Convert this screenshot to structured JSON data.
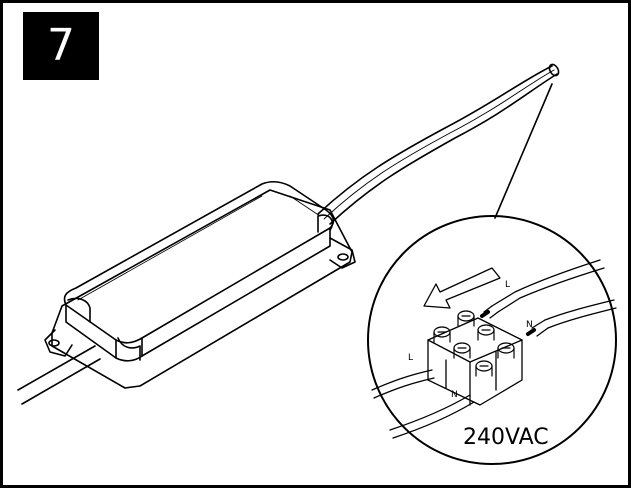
{
  "step": {
    "number": "7"
  },
  "callout": {
    "live_label_top": "L",
    "neutral_label_top": "N",
    "live_label_left": "L",
    "neutral_label_bottom": "N",
    "voltage": "240VAC"
  },
  "colors": {
    "line": "#000000",
    "arrow_fill": "#ffffff",
    "background": "#ffffff"
  }
}
